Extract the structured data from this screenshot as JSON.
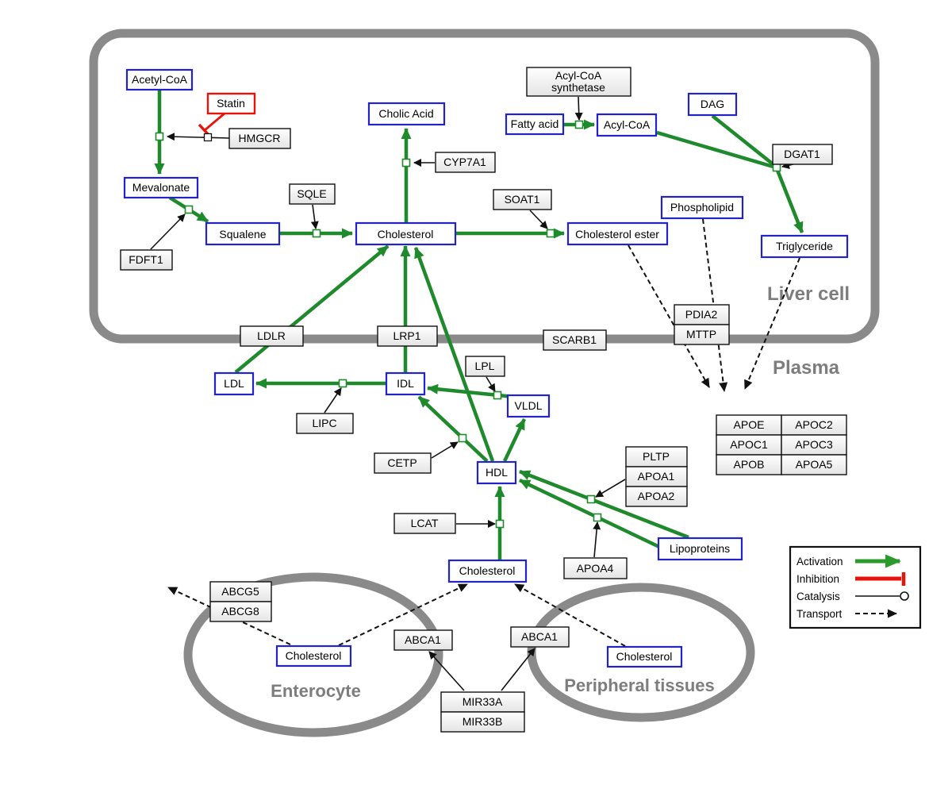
{
  "compartments": {
    "liver": "Liver cell",
    "plasma": "Plasma",
    "enterocyte": "Enterocyte",
    "peripheral": "Peripheral tissues"
  },
  "metabolites": {
    "acetyl_coa": "Acetyl-CoA",
    "mevalonate": "Mevalonate",
    "squalene": "Squalene",
    "cholic_acid": "Cholic Acid",
    "cholesterol_liver": "Cholesterol",
    "cholesterol_ester": "Cholesterol ester",
    "fatty_acid": "Fatty acid",
    "acyl_coa": "Acyl-CoA",
    "dag": "DAG",
    "phospholipid": "Phospholipid",
    "triglyceride": "Triglyceride",
    "ldl": "LDL",
    "idl": "IDL",
    "vldl": "VLDL",
    "hdl": "HDL",
    "cholesterol_plasma": "Cholesterol",
    "cholesterol_enterocyte": "Cholesterol",
    "cholesterol_peripheral": "Cholesterol",
    "lipoproteins": "Lipoproteins"
  },
  "genes": {
    "statin": "Statin",
    "hmgcr": "HMGCR",
    "sqle": "SQLE",
    "fdft1": "FDFT1",
    "cyp7a1": "CYP7A1",
    "soat1": "SOAT1",
    "acs_line1": "Acyl-CoA",
    "acs_line2": "synthetase",
    "dgat1": "DGAT1",
    "pdia2": "PDIA2",
    "mttp": "MTTP",
    "ldlr": "LDLR",
    "lrp1": "LRP1",
    "scarb1": "SCARB1",
    "lpl": "LPL",
    "lipc": "LIPC",
    "cetp": "CETP",
    "lcat": "LCAT",
    "pltp": "PLTP",
    "apoa1": "APOA1",
    "apoa2": "APOA2",
    "apoa4": "APOA4",
    "apoe": "APOE",
    "apoc2": "APOC2",
    "apoc1": "APOC1",
    "apoc3": "APOC3",
    "apob": "APOB",
    "apoa5": "APOA5",
    "abcg5": "ABCG5",
    "abcg8": "ABCG8",
    "abca1_enterocyte": "ABCA1",
    "abca1_peripheral": "ABCA1",
    "mir33a": "MIR33A",
    "mir33b": "MIR33B"
  },
  "legend": {
    "activation": "Activation",
    "inhibition": "Inhibition",
    "catalysis": "Catalysis",
    "transport": "Transport"
  },
  "colors": {
    "activation_green": "#1f8a2c",
    "inhibition_red": "#e8140c",
    "metabolite_border_blue": "#2323cc",
    "membrane_gray": "#8a8a8a"
  }
}
